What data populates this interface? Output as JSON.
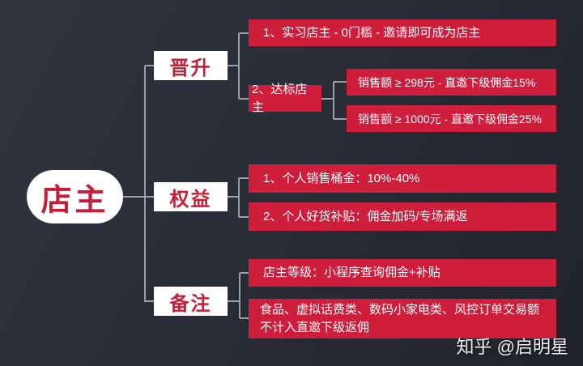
{
  "mindmap": {
    "root": {
      "label": "店主"
    },
    "branches": [
      {
        "label": "晋升",
        "children": [
          {
            "label": "1、实习店主 - 0门槛 - 邀请即可成为店主"
          },
          {
            "label": "2、达标店主",
            "children": [
              {
                "label": "销售额 ≥ 298元 - 直邀下级佣金15%"
              },
              {
                "label": "销售额 ≥ 1000元 - 直邀下级佣金25%"
              }
            ]
          }
        ]
      },
      {
        "label": "权益",
        "children": [
          {
            "label": "1、个人销售桶金：10%-40%"
          },
          {
            "label": "2、个人好货补贴：佣金加码/专场满返"
          }
        ]
      },
      {
        "label": "备注",
        "children": [
          {
            "label": "店主等级：小程序查询佣金+补贴"
          },
          {
            "label": "食品、虚拟话费类、数码小家电类、风控订单交易额不计入直邀下级返佣"
          }
        ]
      }
    ]
  },
  "watermark": {
    "label": "知乎 @启明星"
  },
  "colors": {
    "box_red": "#cf1e3c",
    "node_text_red": "#c41f3a",
    "connector_gray": "#9aa0a6",
    "background_dark": "#2a2d37",
    "node_white": "#ffffff"
  }
}
